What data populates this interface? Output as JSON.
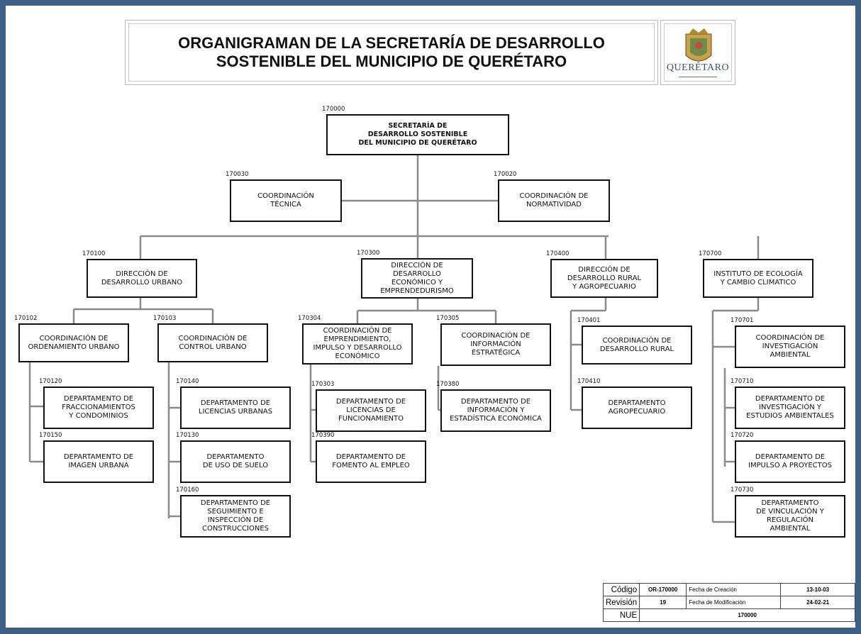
{
  "title": {
    "line1": "ORGANIGRAMAN DE LA SECRETARÍA DE DESARROLLO",
    "line2": "SOSTENIBLE DEL MUNICIPIO DE QUERÉTARO"
  },
  "logo": {
    "text": "QUERÉTARO"
  },
  "units": {
    "sec": {
      "code": "170000",
      "lines": [
        "SECRETARÍA DE",
        "DESARROLLO SOSTENIBLE",
        "DEL MUNICIPIO DE QUERÉTARO"
      ]
    },
    "ctec": {
      "code": "170030",
      "lines": [
        "COORDINACIÓN",
        "TÉCNICA"
      ]
    },
    "cnor": {
      "code": "170020",
      "lines": [
        "COORDINACIÓN DE",
        "NORMATIVIDAD"
      ]
    },
    "durb": {
      "code": "170100",
      "lines": [
        "DIRECCIÓN DE",
        "DESARROLLO URBANO"
      ]
    },
    "deco": {
      "code": "170300",
      "lines": [
        "DIRECCIÓN DE",
        "DESARROLLO",
        "ECONÓMICO Y",
        "EMPRENDEDURISMO"
      ]
    },
    "drur": {
      "code": "170400",
      "lines": [
        "DIRECCIÓN DE",
        "DESARROLLO RURAL",
        "Y AGROPECUARIO"
      ]
    },
    "iecc": {
      "code": "170700",
      "lines": [
        "INSTITUTO DE ECOLOGÍA",
        "Y CAMBIO CLIMATICO"
      ]
    },
    "cord": {
      "code": "170102",
      "lines": [
        "COORDINACIÓN DE",
        "ORDENAMIENTO URBANO"
      ]
    },
    "cctl": {
      "code": "170103",
      "lines": [
        "COORDINACIÓN DE",
        "CONTROL URBANO"
      ]
    },
    "cemp": {
      "code": "170304",
      "lines": [
        "COORDINACIÓN DE",
        "EMPRENDIMIENTO,",
        "IMPULSO Y DESARROLLO",
        "ECONÓMICO"
      ]
    },
    "cinf": {
      "code": "170305",
      "lines": [
        "COORDINACIÓN DE",
        "INFORMACIÓN",
        "ESTRATÉGICA"
      ]
    },
    "cdru": {
      "code": "170401",
      "lines": [
        "COORDINACIÓN DE",
        "DESARROLLO RURAL"
      ]
    },
    "cinv": {
      "code": "170701",
      "lines": [
        "COORDINACIÓN DE",
        "INVESTIGACIÓN",
        "AMBIENTAL"
      ]
    },
    "dfra": {
      "code": "170120",
      "lines": [
        "DEPARTAMENTO DE",
        "FRACCIONAMIENTOS",
        "Y CONDOMINIOS"
      ]
    },
    "dima": {
      "code": "170150",
      "lines": [
        "DEPARTAMENTO DE",
        "IMAGEN URBANA"
      ]
    },
    "dlic": {
      "code": "170140",
      "lines": [
        "DEPARTAMENTO DE",
        "LICENCIAS URBANAS"
      ]
    },
    "duso": {
      "code": "170130",
      "lines": [
        "DEPARTAMENTO",
        "DE USO DE SUELO"
      ]
    },
    "dseg": {
      "code": "170160",
      "lines": [
        "DEPARTAMENTO DE",
        "SEGUIMIENTO E",
        "INSPECCIÓN DE",
        "CONSTRUCCIONES"
      ]
    },
    "dlfu": {
      "code": "170303",
      "lines": [
        "DEPARTAMENTO DE",
        "LICENCIAS DE",
        "FUNCIONAMIENTO"
      ]
    },
    "dfom": {
      "code": "170390",
      "lines": [
        "DEPARTAMENTO DE",
        "FOMENTO AL EMPLEO"
      ]
    },
    "dinf": {
      "code": "170380",
      "lines": [
        "DEPARTAMENTO DE",
        "INFORMACIÓN Y",
        "ESTADÍSTICA ECONÓMICA"
      ]
    },
    "dagr": {
      "code": "170410",
      "lines": [
        "DEPARTAMENTO",
        "AGROPECUARIO"
      ]
    },
    "dinv": {
      "code": "170710",
      "lines": [
        "DEPARTAMENTO DE",
        "INVESTIGACIÓN Y",
        "ESTUDIOS AMBIENTALES"
      ]
    },
    "dimp": {
      "code": "170720",
      "lines": [
        "DEPARTAMENTO DE",
        "IMPULSO A PROYECTOS"
      ]
    },
    "dvin": {
      "code": "170730",
      "lines": [
        "DEPARTAMENTO",
        "DE VINCULACIÓN Y",
        "REGULACIÓN",
        "AMBIENTAL"
      ]
    }
  },
  "footer": {
    "codigo_label": "Código",
    "codigo": "OR-170000",
    "fecha_creacion_label": "Fecha de Creación",
    "fecha_creacion": "13-10-03",
    "revision_label": "Revisión",
    "revision": "19",
    "fecha_mod_label": "Fecha de Modificación",
    "fecha_mod": "24-02-21",
    "nue_label": "NUE",
    "nue": "170000"
  }
}
